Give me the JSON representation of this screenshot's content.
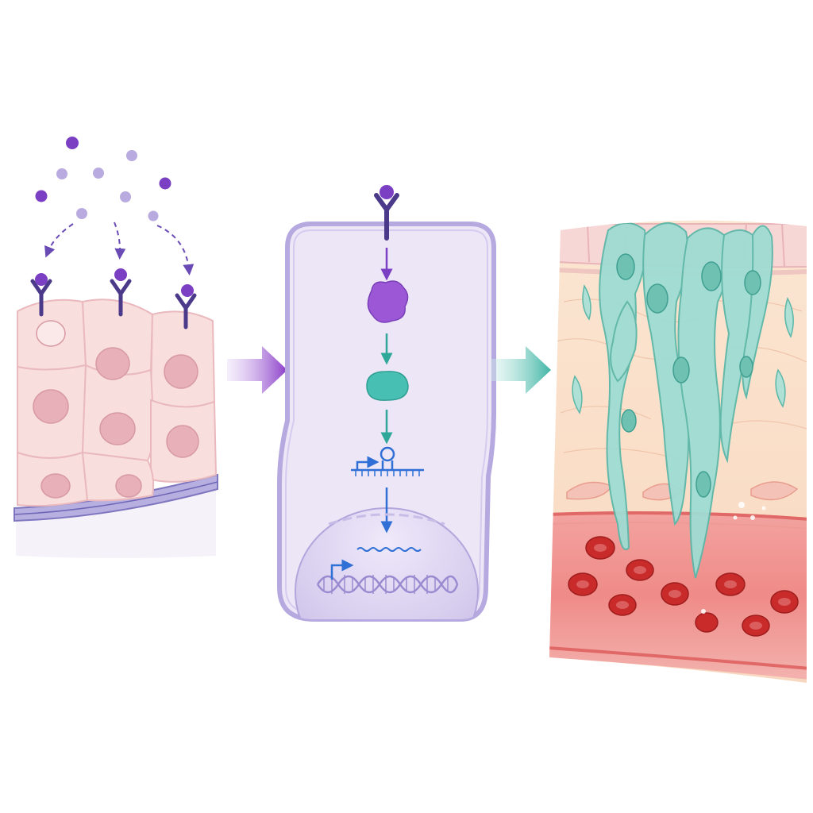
{
  "colors": {
    "background": "#ffffff",
    "ligand_dark": "#7b3fc4",
    "ligand_light": "#b9abe0",
    "receptor": "#4b3a8a",
    "epithelium_fill": "#f9dede",
    "epithelium_stroke": "#e9b9bd",
    "nucleus_pink": "#e8b0b8",
    "basement_membrane": "#8e86c8",
    "arrow_purple": "#8a3cc8",
    "arrow_teal": "#3fb5a5",
    "cell_fill": "#ece6f7",
    "cell_stroke": "#a597d6",
    "nucleus_fill": "#d7cdee",
    "protein_purple": "#9b57d6",
    "protein_teal": "#47bfb2",
    "gene_blue": "#2f6fd6",
    "dna_purple": "#9a8bd0",
    "invasive_teal": "#9fdcd3",
    "invasive_stroke": "#5bb7a8",
    "stroma": "#fbe3c9",
    "vessel_red": "#e86a6a",
    "rbc_red": "#c92a2a"
  },
  "icons": {
    "ligand": "ligand-dot-icon",
    "receptor": "y-receptor-icon",
    "big_arrow": "chevron-arrow-icon",
    "promoter": "bent-arrow-icon",
    "dna": "dna-helix-icon",
    "rna_hairpin": "rna-hairpin-icon"
  },
  "panels": [
    "epithelium",
    "cell-signaling",
    "tissue-invasion"
  ]
}
